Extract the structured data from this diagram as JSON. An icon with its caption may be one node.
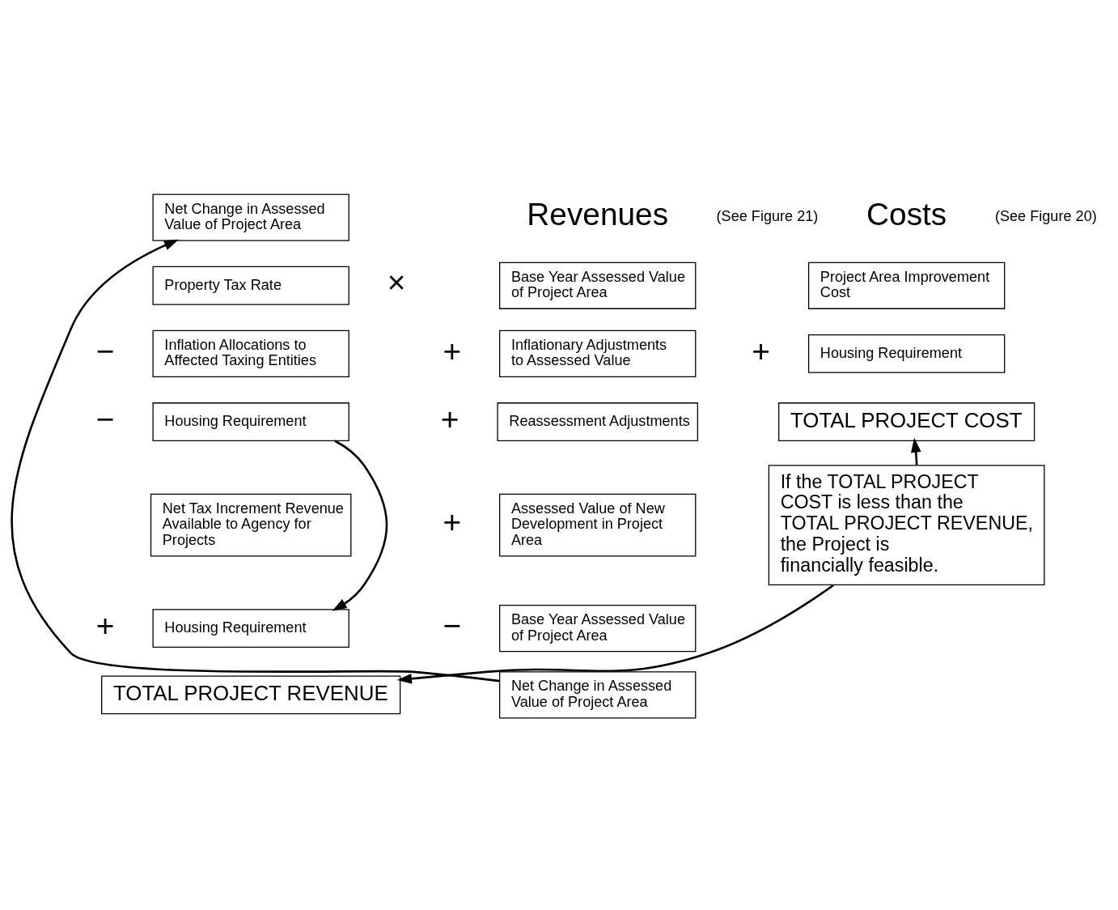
{
  "diagram": {
    "nodes": [
      {
        "text": [
          "Project Area Improvement Cost"
        ]
      },
      {
        "text": [
          "Housing Requirement"
        ]
      },
      {
        "text": [
          "TOTAL PROJECT COST"
        ]
      },
      {
        "text": [
          "If the TOTAL PROJECT COST is less than the TOTAL PROJECT REVENUE, the Project is financially feasible."
        ]
      },
      {
        "text": [
          "Base Year Assessed Value of Project Area"
        ]
      },
      {
        "text": [
          "Inflationary Adjustments to Assessed Value"
        ]
      },
      {
        "text": [
          "Reassessment Adjustments"
        ]
      },
      {
        "text": [
          "Assessed Value of New Development in Project Area"
        ]
      },
      {
        "text": [
          "Base Year Assessed Value of Project Area"
        ]
      },
      {
        "text": [
          "Net Change in Assessed Value of Project Area"
        ]
      },
      {
        "text": [
          "Net Change in Assessed Value of Project Area"
        ]
      },
      {
        "text": [
          "Property Tax Rate"
        ]
      },
      {
        "text": [
          "Inflation Allocations to Affected Taxing Entities"
        ]
      },
      {
        "text": [
          "Housing Requirement"
        ]
      },
      {
        "text": [
          "Net Tax Increment Revenue Available to Agency for Projects"
        ]
      },
      {
        "text": [
          "Housing Requirement"
        ]
      },
      {
        "text": [
          "TOTAL PROJECT REVENUE"
        ]
      }
    ],
    "edges": [
      {
        "from": 3,
        "to": 2,
        "arrow": "to"
      },
      {
        "from": 3,
        "to": 16,
        "arrow": "to"
      },
      {
        "from": 9,
        "to": 10,
        "arrow": "to"
      },
      {
        "from": 13,
        "to": 15,
        "arrow": "to"
      }
    ],
    "labels": [
      "Costs",
      "(See Figure 20)",
      "Revenues",
      "(See Figure 21)",
      "+",
      "+",
      "+",
      "+",
      "−",
      "×",
      "−",
      "−",
      "+"
    ]
  }
}
